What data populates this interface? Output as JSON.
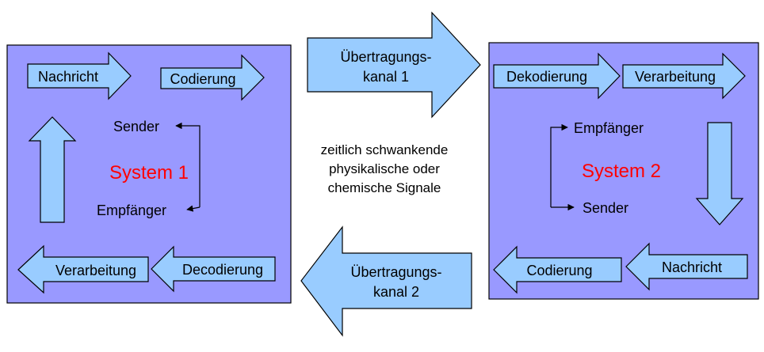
{
  "system1": {
    "title": "System 1",
    "arrow_message": "Nachricht",
    "arrow_coding": "Codierung",
    "sender": "Sender",
    "receiver": "Empfänger",
    "arrow_processing": "Verarbeitung",
    "arrow_decoding": "Decodierung"
  },
  "system2": {
    "title": "System 2",
    "arrow_decoding": "Dekodierung",
    "arrow_processing": "Verarbeitung",
    "receiver": "Empfänger",
    "sender": "Sender",
    "arrow_coding": "Codierung",
    "arrow_message": "Nachricht"
  },
  "channel1": {
    "line1": "Übertragungs-",
    "line2": "kanal 1"
  },
  "channel2": {
    "line1": "Übertragungs-",
    "line2": "kanal 2"
  },
  "signals": {
    "line1": "zeitlich schwankende",
    "line2": "physikalische oder",
    "line3": "chemische Signale"
  },
  "colors": {
    "box": "#9999ff",
    "arrow": "#99ccff",
    "title": "#ff0000"
  }
}
